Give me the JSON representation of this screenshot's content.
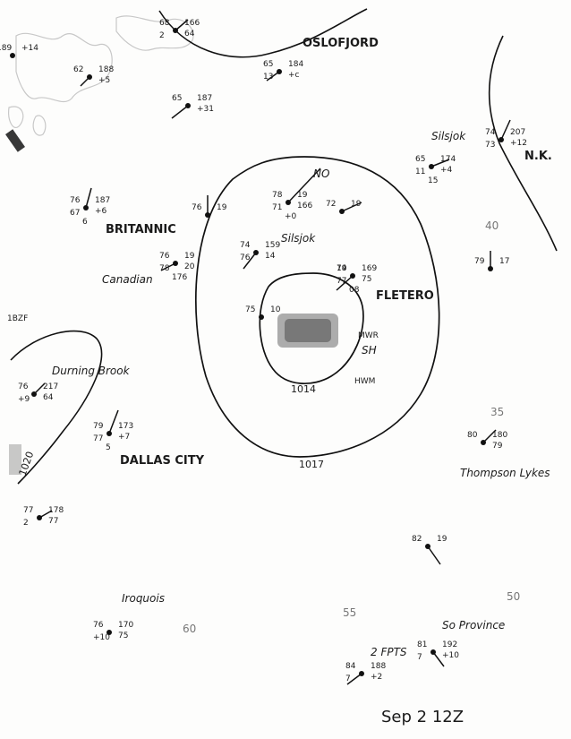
{
  "isobar_labels": {
    "inner": "1014",
    "middle": "1017",
    "west_cell": "1020"
  },
  "pencil_labels": [
    "40",
    "35",
    "55",
    "50",
    "60"
  ],
  "center_notes": [
    "MWR",
    "SH",
    "HWM"
  ],
  "date_stamp": "Sep 2 12Z",
  "edge_notes": [
    "1BZF"
  ],
  "stations": [
    {
      "id": "oslofjord",
      "name": "OSLOFJORD",
      "values": [
        "65",
        "184",
        "+c",
        "13"
      ]
    },
    {
      "id": "ne-corner",
      "name": "",
      "values": [
        "68",
        "166",
        "64",
        "2"
      ]
    },
    {
      "id": "nw-corner",
      "name": "",
      "values": [
        "189",
        "+14"
      ]
    },
    {
      "id": "coast-a",
      "name": "",
      "values": [
        "62",
        "188",
        "+5"
      ]
    },
    {
      "id": "coast-b",
      "name": "",
      "values": [
        "65",
        "187",
        "+31"
      ]
    },
    {
      "id": "silsjok-ne",
      "name": "Silsjok",
      "values": [
        "65",
        "174",
        "+4",
        "11",
        "15"
      ]
    },
    {
      "id": "nk",
      "name": "N.K.",
      "values": [
        "74",
        "207",
        "+12",
        "73"
      ]
    },
    {
      "id": "britannic",
      "name": "BRITANNIC",
      "values": [
        "76",
        "187",
        "+6",
        "67",
        "6"
      ]
    },
    {
      "id": "inner-ring-1",
      "name": "NO",
      "values": [
        "78",
        "19",
        "166",
        "71",
        "+0"
      ]
    },
    {
      "id": "inner-ring-2",
      "name": "",
      "values": [
        "72",
        "19"
      ]
    },
    {
      "id": "inner-ring-3",
      "name": "",
      "values": [
        "76",
        "19"
      ]
    },
    {
      "id": "silsjok-center",
      "name": "Silsjok",
      "values": [
        "74",
        "159",
        "14",
        "76"
      ]
    },
    {
      "id": "canadian",
      "name": "Canadian",
      "values": [
        "76",
        "19",
        "20",
        "78",
        "176"
      ]
    },
    {
      "id": "fletero",
      "name": "FLETERO",
      "values": [
        "79",
        "169",
        "75",
        "77",
        "08",
        "14"
      ]
    },
    {
      "id": "center-low",
      "name": "",
      "values": [
        "75",
        "10"
      ]
    },
    {
      "id": "east-1",
      "name": "",
      "values": [
        "79",
        "17"
      ]
    },
    {
      "id": "durning-brook",
      "name": "Durning Brook",
      "values": [
        "76",
        "217",
        "64",
        "+9"
      ]
    },
    {
      "id": "dallas-city",
      "name": "DALLAS CITY",
      "values": [
        "79",
        "173",
        "+7",
        "77",
        "5"
      ]
    },
    {
      "id": "thompson-lykes",
      "name": "Thompson Lykes",
      "values": [
        "80",
        "180",
        "79"
      ]
    },
    {
      "id": "west-low",
      "name": "",
      "values": [
        "77",
        "178",
        "77",
        "2"
      ]
    },
    {
      "id": "se-1",
      "name": "",
      "values": [
        "82",
        "19"
      ]
    },
    {
      "id": "iroquois",
      "name": "Iroquois",
      "values": [
        "76",
        "170",
        "75",
        "+10"
      ]
    },
    {
      "id": "so-province",
      "name": "So Province",
      "values": [
        "81",
        "192",
        "+10",
        "7"
      ]
    },
    {
      "id": "fpts",
      "name": "2 FPTS",
      "values": [
        "84",
        "188",
        "+2",
        "7"
      ]
    }
  ]
}
